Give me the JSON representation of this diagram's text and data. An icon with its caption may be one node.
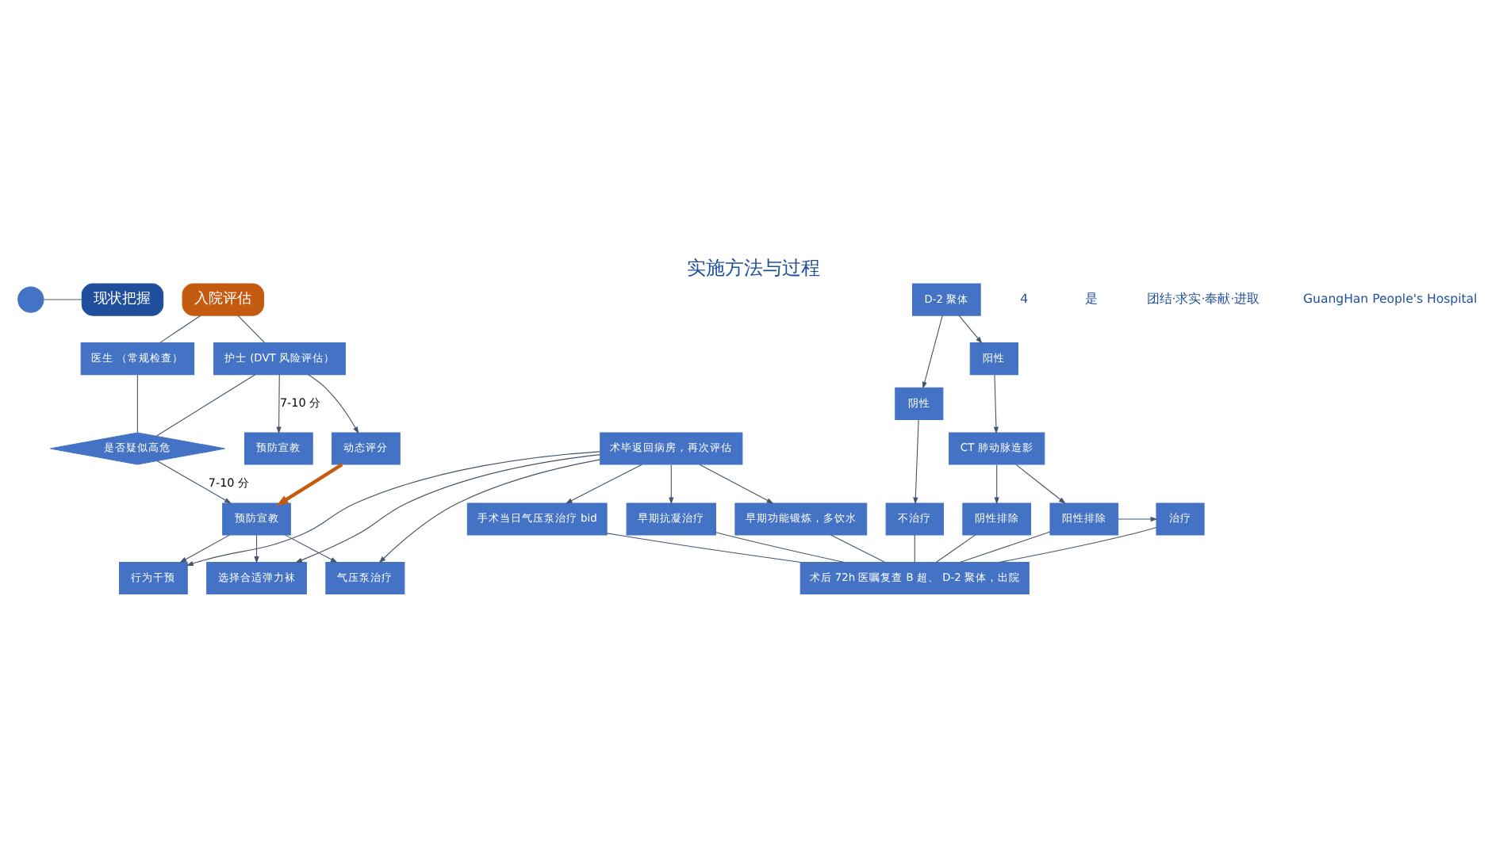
{
  "diagram": {
    "title": "实施方法与过程",
    "nodes": [
      {
        "text": [],
        "shape": "circle"
      },
      {
        "text": [
          "现状把握"
        ]
      },
      {
        "text": [
          "入院评估"
        ]
      },
      {
        "text": [
          "医生 （常规检查）"
        ]
      },
      {
        "text": [
          "护士 (DVT 风险评估）"
        ]
      },
      {
        "text": [
          "是否疑似高危"
        ]
      },
      {
        "text": [
          "预防宣教"
        ]
      },
      {
        "text": [
          "动态评分"
        ]
      },
      {
        "text": [
          "预防宣教"
        ]
      },
      {
        "text": [
          "行为干预"
        ]
      },
      {
        "text": [
          "选择合适弹力袜"
        ]
      },
      {
        "text": [
          "气压泵治疗"
        ]
      },
      {
        "text": [
          "D-2 聚体"
        ]
      },
      {
        "text": [
          "阴性"
        ]
      },
      {
        "text": [
          "阳性"
        ]
      },
      {
        "text": [
          "不治疗"
        ]
      },
      {
        "text": [
          "CT 肺动脉造影"
        ]
      },
      {
        "text": [
          "阴性排除"
        ]
      },
      {
        "text": [
          "阳性排除"
        ]
      },
      {
        "text": [
          "治疗"
        ]
      },
      {
        "text": [
          "术毕返回病房，再次评估"
        ]
      },
      {
        "text": [
          "手术当日气压泵治疗 bid"
        ]
      },
      {
        "text": [
          "早期抗凝治疗"
        ]
      },
      {
        "text": [
          "早期功能锻炼，多饮水"
        ]
      },
      {
        "text": [
          "术后 72h 医嘱复查 B 超、 D-2 聚体，出院"
        ]
      }
    ],
    "edges": [
      {
        "from": 0,
        "to": 1,
        "arrow": "none"
      },
      {
        "from": 2,
        "to": 3,
        "arrow": "none"
      },
      {
        "from": 2,
        "to": 4,
        "arrow": "none"
      },
      {
        "from": 3,
        "to": 5,
        "arrow": "none"
      },
      {
        "from": 4,
        "to": 5,
        "arrow": "none"
      },
      {
        "from": 4,
        "to": 6,
        "arrow": "to",
        "label": "7-10 分"
      },
      {
        "from": 4,
        "to": 7,
        "arrow": "to"
      },
      {
        "from": 7,
        "to": 8,
        "arrow": "to",
        "style": "thick",
        "color": "#c55a11"
      },
      {
        "from": 5,
        "to": 8,
        "arrow": "to",
        "label": "7-10 分"
      },
      {
        "from": 8,
        "to": 9,
        "arrow": "to"
      },
      {
        "from": 8,
        "to": 10,
        "arrow": "to"
      },
      {
        "from": 8,
        "to": 11,
        "arrow": "to"
      },
      {
        "from": 20,
        "to": 9,
        "arrow": "to"
      },
      {
        "from": 20,
        "to": 10,
        "arrow": "to"
      },
      {
        "from": 20,
        "to": 11,
        "arrow": "to"
      },
      {
        "from": 20,
        "to": 21,
        "arrow": "to"
      },
      {
        "from": 20,
        "to": 22,
        "arrow": "to"
      },
      {
        "from": 20,
        "to": 23,
        "arrow": "to"
      },
      {
        "from": 12,
        "to": 13,
        "arrow": "to"
      },
      {
        "from": 12,
        "to": 14,
        "arrow": "to"
      },
      {
        "from": 13,
        "to": 15,
        "arrow": "to"
      },
      {
        "from": 14,
        "to": 16,
        "arrow": "to"
      },
      {
        "from": 16,
        "to": 17,
        "arrow": "to"
      },
      {
        "from": 16,
        "to": 18,
        "arrow": "to"
      },
      {
        "from": 18,
        "to": 19,
        "arrow": "to"
      },
      {
        "from": 15,
        "to": 24,
        "arrow": "none"
      },
      {
        "from": 17,
        "to": 24,
        "arrow": "none"
      },
      {
        "from": 18,
        "to": 24,
        "arrow": "none"
      },
      {
        "from": 19,
        "to": 24,
        "arrow": "none"
      },
      {
        "from": 21,
        "to": 24,
        "arrow": "none"
      },
      {
        "from": 22,
        "to": 24,
        "arrow": "none"
      },
      {
        "from": 23,
        "to": 24,
        "arrow": "none"
      }
    ],
    "labels": [
      "4",
      "是",
      "团结·求实·奉献·进取",
      "GuangHan People's Hospital"
    ]
  }
}
